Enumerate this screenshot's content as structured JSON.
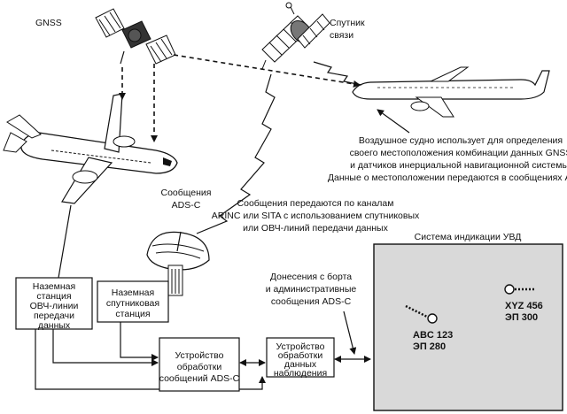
{
  "labels": {
    "gnss": "GNSS",
    "sat_comm_1": "Спутник",
    "sat_comm_2": "связи",
    "aircraft_desc": [
      "Воздушное судно использует для определения",
      "своего местоположения комбинации данных GNSS",
      "и датчиков инерциальной навигационной системы.",
      "Данные о местоположении передаются в сообщениях ADS-C"
    ],
    "ads_msg": [
      "Сообщения",
      "ADS-C"
    ],
    "channels": [
      "Сообщения передаются по каналам",
      "ARINC или SITA с использованием спутниковых",
      "или ОВЧ-линий передачи данных"
    ],
    "atc_title": "Система индикации УВД",
    "reports": [
      "Донесения с борта",
      "и административные",
      "сообщения ADS-C"
    ]
  },
  "boxes": {
    "vhf_station": [
      "Наземная",
      "станция",
      "ОВЧ-линии",
      "передачи",
      "данных"
    ],
    "sat_station": [
      "Наземная",
      "спутниковая",
      "станция"
    ],
    "adsc_proc": [
      "Устройство",
      "обработки",
      "сообщений ADS-C"
    ],
    "surv_proc": [
      "Устройство",
      "обработки",
      "данных",
      "наблюдения"
    ]
  },
  "targets": [
    {
      "callsign": "ABC 123",
      "level": "ЭП 280"
    },
    {
      "callsign": "XYZ 456",
      "level": "ЭП 300"
    }
  ],
  "colors": {
    "display_bg": "#d9d9d9",
    "stroke": "#111111"
  }
}
